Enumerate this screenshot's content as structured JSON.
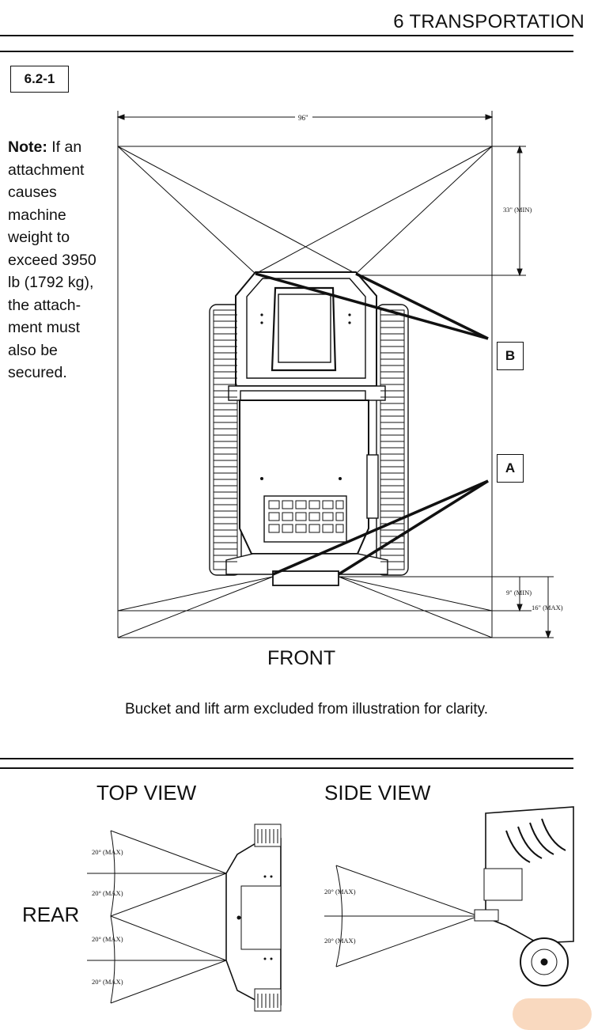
{
  "header": {
    "section_title": "6 TRANSPORTATION"
  },
  "figure": {
    "label": "6.2-1",
    "note_bold": "Note:",
    "note_lines": [
      "If an",
      "attachment",
      "causes",
      "machine",
      "weight to",
      "exceed 3950",
      "lb (1792 kg),",
      "the attach-",
      "ment must",
      "also be",
      "secured."
    ],
    "callouts": {
      "b": "B",
      "a": "A"
    },
    "dimensions": {
      "width": "96\"",
      "rear_clearance": "33\" (MIN)",
      "front_min": "9\" (MIN)",
      "front_max": "16\" (MAX)"
    },
    "front_label": "FRONT",
    "caption": "Bucket and lift arm excluded from illustration for clarity."
  },
  "views": {
    "top_view_title": "TOP VIEW",
    "side_view_title": "SIDE VIEW",
    "rear_label": "REAR",
    "top_angles": [
      "20° (MAX)",
      "20° (MAX)",
      "20° (MAX)",
      "20° (MAX)"
    ],
    "side_angles": [
      "20° (MAX)",
      "20° (MAX)"
    ]
  }
}
